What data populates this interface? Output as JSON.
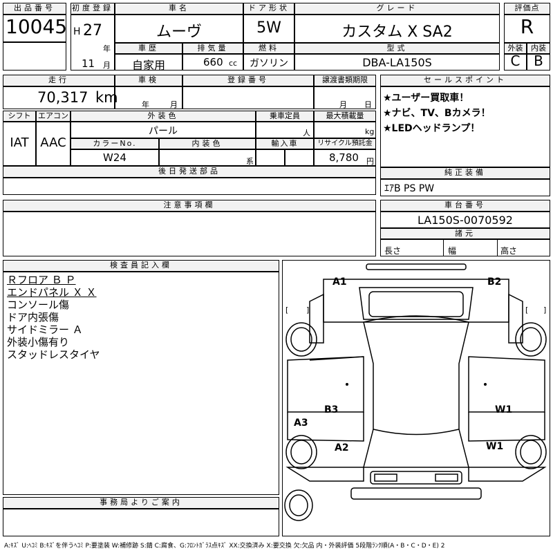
{
  "header": {
    "lot_label": "出品番号",
    "lot_value": "10045",
    "first_reg_label": "初度登録",
    "era": "H",
    "year": "27",
    "year_unit": "年",
    "month": "11",
    "month_unit": "月",
    "car_name_label": "車名",
    "car_name": "ムーヴ",
    "door_label": "ドア形状",
    "door_value": "5W",
    "grade_label": "グレード",
    "grade_value": "カスタム X SA2",
    "score_label": "評価点",
    "score_value": "R",
    "history_label": "車歴",
    "history_value": "自家用",
    "displacement_label": "排気量",
    "displacement_value": "660",
    "displacement_unit": "cc",
    "fuel_label": "燃料",
    "fuel_value": "ガソリン",
    "model_label": "型式",
    "model_value": "DBA-LA150S",
    "exterior_label": "外装",
    "exterior_value": "C",
    "interior_label": "内装",
    "interior_value": "B"
  },
  "row2": {
    "mileage_label": "走行",
    "mileage_value": "70,317",
    "mileage_unit": "km",
    "inspection_label": "車検",
    "inspection_year": "年",
    "inspection_month": "月",
    "reg_no_label": "登録番号",
    "transfer_label": "譲渡書類期限",
    "transfer_month": "月",
    "transfer_day": "日",
    "shift_label": "シフト",
    "shift_value": "IAT",
    "ac_label": "エアコン",
    "ac_value": "AAC",
    "ext_color_label": "外装色",
    "ext_color_value": "パール",
    "capacity_label": "乗車定員",
    "capacity_unit": "人",
    "load_label": "最大積載量",
    "load_unit": "kg",
    "color_no_label": "カラーNo.",
    "color_no_value": "W24",
    "int_color_label": "内装色",
    "int_color_unit": "系",
    "import_label": "輸入車",
    "recycle_label": "リサイクル預託金",
    "recycle_value": "8,780",
    "recycle_unit": "円",
    "later_parts_label": "後日発送部品"
  },
  "sales": {
    "label": "セールスポイント",
    "points": [
      "★ユーザー買取車！",
      "★ナビ、TV、Bカメラ！",
      "★LEDヘッドランプ！"
    ]
  },
  "equipment": {
    "label": "純正装備",
    "value": "ｴｱB PS PW"
  },
  "caution": {
    "label": "注意事項欄"
  },
  "chassis": {
    "label": "車台番号",
    "value": "LA150S-0070592",
    "dims_label": "諸元",
    "length": "長さ",
    "width": "幅",
    "height": "高さ"
  },
  "inspector": {
    "label": "検査員記入欄",
    "notes": [
      "Ｒフロア Ｂ Ｐ",
      "エンドパネル Ｘ Ｘ",
      "コンソール傷",
      "ドア内張傷",
      "サイドミラー Ａ",
      "外装小傷有り",
      "スタッドレスタイヤ"
    ]
  },
  "office": {
    "label": "事務局よりご案内"
  },
  "diagram": {
    "damage_marks": [
      "A1",
      "B2",
      "B3",
      "W1",
      "A3",
      "A2",
      "W1"
    ],
    "bracket_marks": [
      "[",
      "]",
      "[",
      "]"
    ]
  },
  "legend": "A:ｷｽﾞ U:ﾍｺﾐ B:ｷｽﾞを伴うﾍｺﾐ P:要塗装 W:補修跡 S:錆 C:腐食、G:ﾌﾛﾝﾄｶﾞﾗｽ点ｷｽﾞ XX:交換済み X:要交換 欠:欠品 内・外装評価 5段階ﾗﾝｸ順(A・B・C・D・E) 2"
}
